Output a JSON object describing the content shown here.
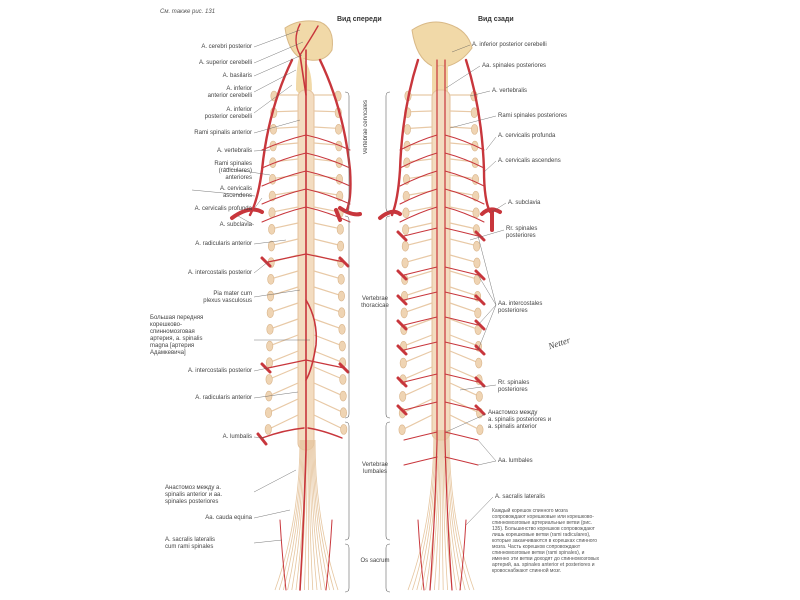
{
  "figure_ref": "См. также рис. 131",
  "headings": {
    "front": "Вид спереди",
    "back": "Вид сзади"
  },
  "left_labels": [
    "A. cerebri posterior",
    "A. superior cerebelli",
    "A. basilaris",
    "A. inferior\nanterior cerebelli",
    "A. inferior\nposterior cerebelli",
    "Rami spinalis anterior",
    "A. vertebralis",
    "Rami spinales\n(radiculares)\nanteriores",
    "A. cervicalis\nascendens",
    "A. cervicalis profunda",
    "A. subclavia",
    "A. radicularis anterior",
    "A. intercostalis posterior",
    "Pia mater cum\nplexus vasculosus",
    "Большая передняя\nкорешково-\nспинномозговая\nартерия, a. spinalis\nmagna [артерия\nАдамкевича]",
    "A. intercostalis posterior",
    "A. radicularis anterior",
    "A. lumbalis",
    "Анастомоз между a.\nspinalis anterior и aa.\nspinales posteriores",
    "Aa. cauda equina",
    "A. sacralis lateralis\ncum rami spinales"
  ],
  "center_labels": {
    "cervical": "Vertebrae cervicales",
    "thoracic": "Vertebrae\nthoracicae",
    "lumbar": "Vertebrae\nlumbales",
    "sacrum": "Os sacrum"
  },
  "right_labels": [
    "A. inferior posterior cerebelli",
    "Aa. spinales posteriores",
    "A. vertebralis",
    "Rami spinales posteriores",
    "A. cervicalis profunda",
    "A. cervicalis ascendens",
    "A. subclavia",
    "Rr. spinales\nposteriores",
    "Aa. intercostales\nposteriores",
    "Rr. spinales\nposteriores",
    "Анастомоз между\na. spinalis posteriores и\na. spinalis anterior",
    "Aa. lumbales",
    "A. sacralis lateralis"
  ],
  "note_text": "Каждый корешок спинного мозга сопровождают корешковые или корешково-спинномозговые артериальные ветви (рис. 135). Большинство корешков сопровождают лишь корешковые ветви (rami radiculares), которые заканчиваются в корешках спинного мозга. Часть корешков сопровождают спинномозговые ветви (rami spinales), и именно эти ветви доходят до спинномозговых артерий, aa. spinales anterior et posteriores и кровоснабжают спинной мозг.",
  "signature": "Netter",
  "colors": {
    "artery": "#c8363c",
    "nerve": "#e8c9a6",
    "brain": "#f1d9a8",
    "bone": "#8a7a64"
  }
}
